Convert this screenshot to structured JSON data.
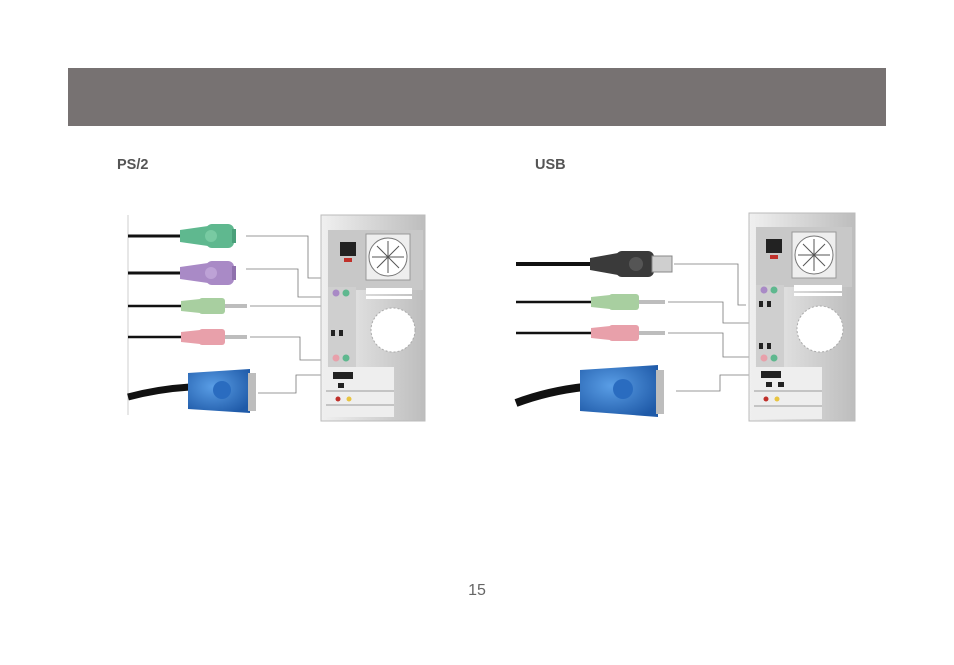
{
  "sections": {
    "ps2": {
      "label": "PS/2"
    },
    "usb": {
      "label": "USB"
    }
  },
  "page": {
    "number": "15"
  },
  "colors": {
    "header_bar": "#777272",
    "ps2_keyboard_connector": "#5fb88f",
    "ps2_mouse_connector": "#a98ac6",
    "audio_green": "#a8cfa0",
    "audio_pink": "#e8a0aa",
    "vga_blue": "#2a6cc0",
    "usb_plug": "#3a3a3a",
    "computer_case": "#d8d8d8"
  },
  "icons": [
    "ps2-keyboard-connector-icon",
    "ps2-mouse-connector-icon",
    "audio-speaker-plug-icon",
    "audio-mic-plug-icon",
    "vga-connector-icon",
    "usb-plug-icon",
    "computer-tower-icon"
  ]
}
